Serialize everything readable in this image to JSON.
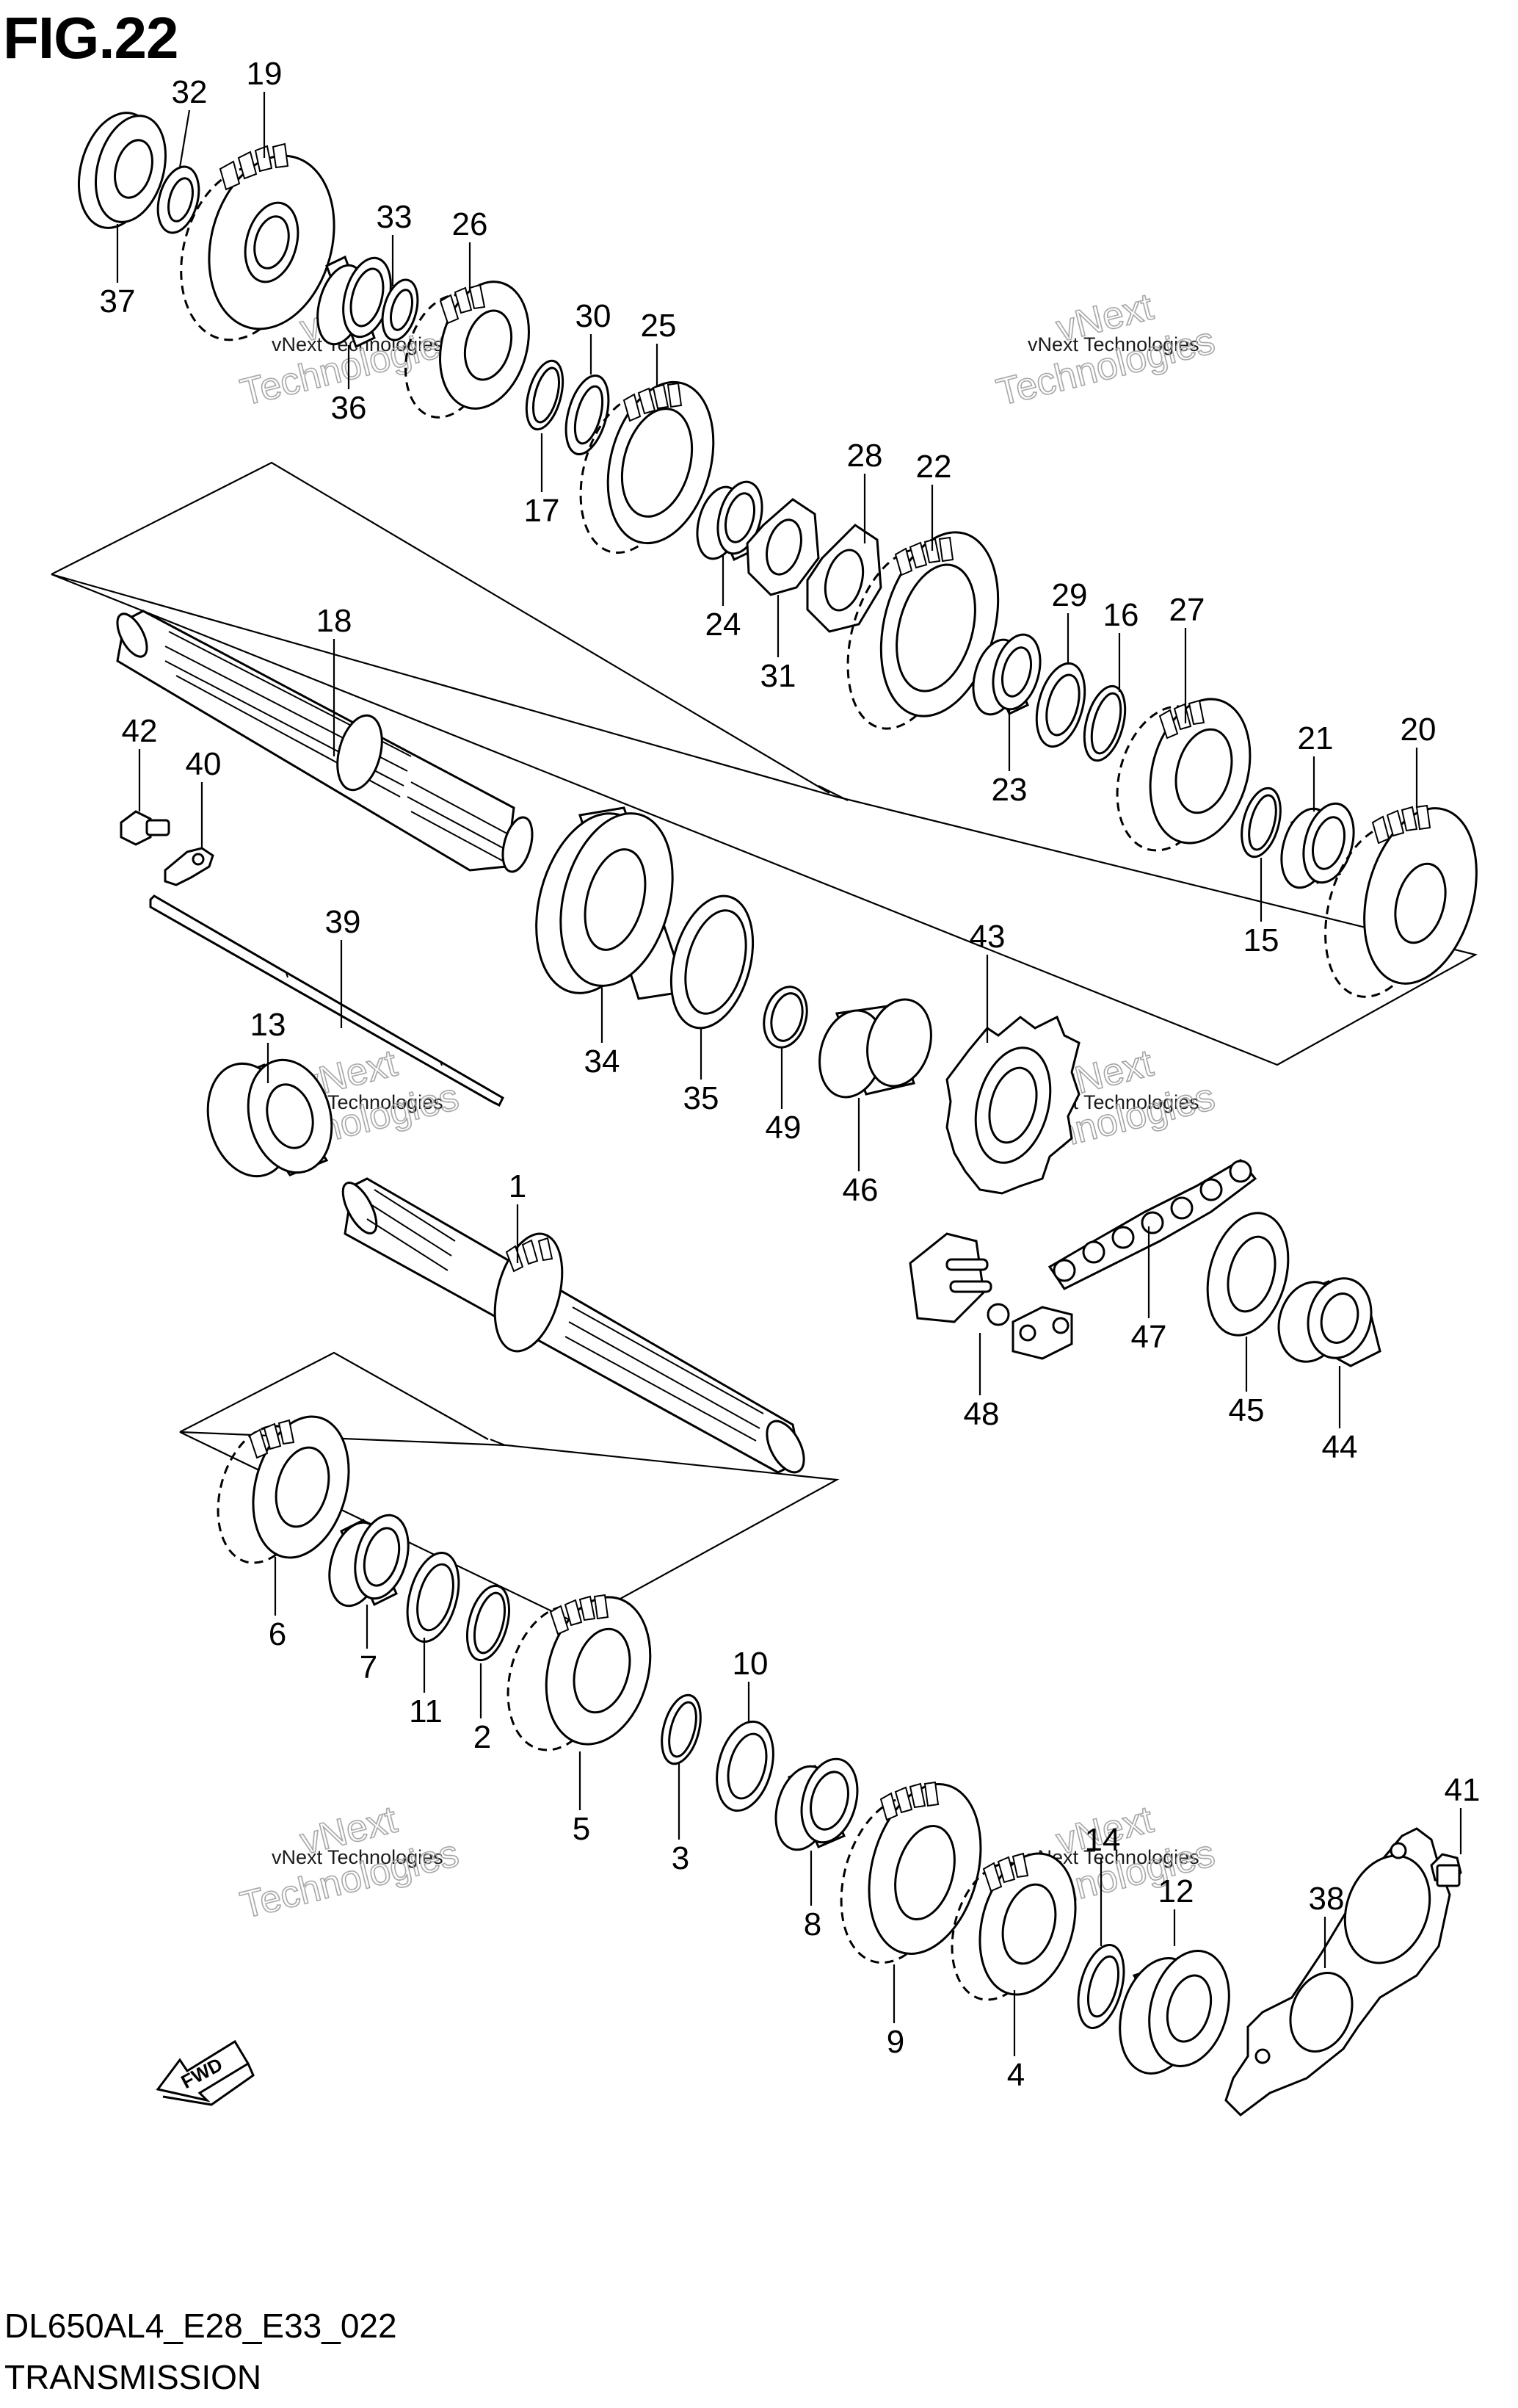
{
  "figure": {
    "title": "FIG.22",
    "model_code": "DL650AL4_E28_E33_022",
    "caption": "TRANSMISSION"
  },
  "watermark": {
    "small": "vNext Technologies",
    "big_1": "vNext",
    "big_2": "Technologies"
  },
  "direction_arrow": {
    "label": "FWD"
  },
  "callouts": [
    "1",
    "2",
    "3",
    "4",
    "5",
    "6",
    "7",
    "8",
    "9",
    "10",
    "11",
    "12",
    "13",
    "14",
    "15",
    "16",
    "17",
    "18",
    "19",
    "20",
    "21",
    "22",
    "23",
    "24",
    "25",
    "26",
    "27",
    "28",
    "29",
    "30",
    "31",
    "32",
    "33",
    "34",
    "35",
    "36",
    "37",
    "38",
    "39",
    "40",
    "41",
    "42",
    "43",
    "44",
    "45",
    "46",
    "47",
    "48",
    "49"
  ]
}
